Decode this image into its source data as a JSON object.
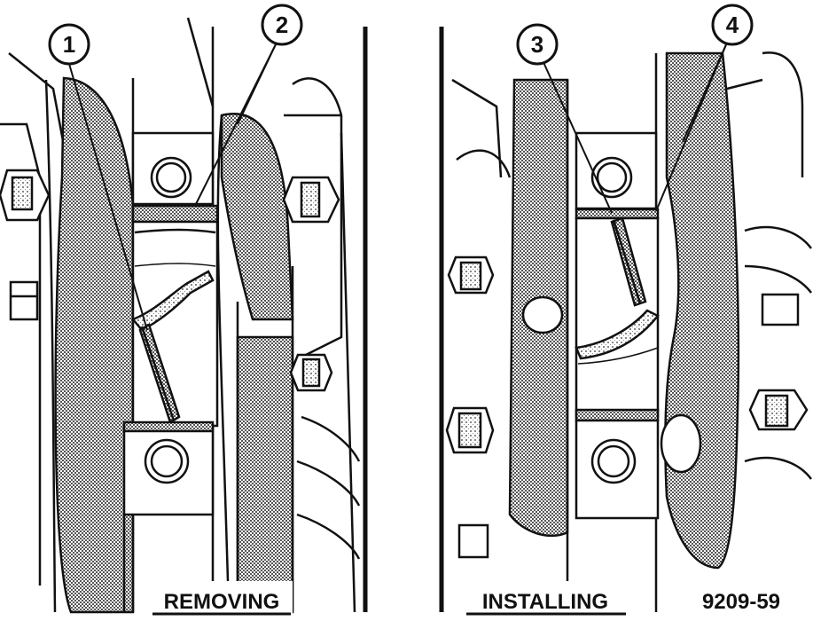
{
  "panels": {
    "left": {
      "caption": "REMOVING"
    },
    "right": {
      "caption": "INSTALLING"
    }
  },
  "callouts": [
    "1",
    "2",
    "3",
    "4"
  ],
  "figure_id": "9209-59",
  "colors": {
    "ink": "#111111",
    "paper": "#ffffff",
    "shade": "#8a8a8a"
  }
}
